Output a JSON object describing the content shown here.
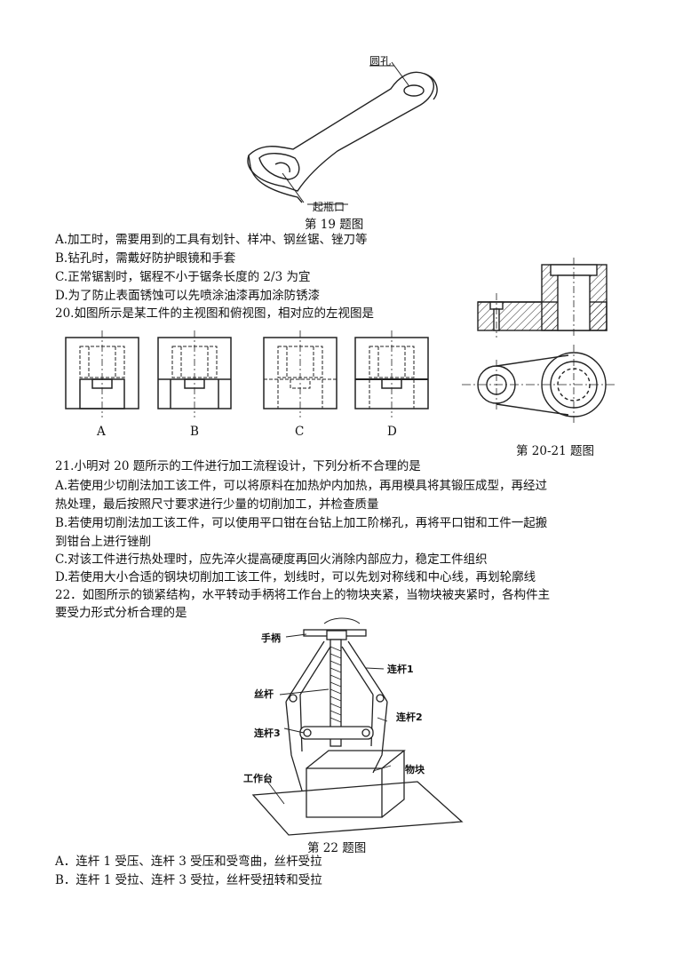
{
  "fig19": {
    "label_hole": "圆孔",
    "label_opener": "起瓶口",
    "caption": "第 19 题图"
  },
  "q19_options": [
    "A.加工时，需要用到的工具有划针、样冲、钢丝锯、锉刀等",
    "B.钻孔时，需戴好防护眼镜和手套",
    "C.正常锯割时，锯程不小于锯条长度的 2/3 为宜",
    "D.为了防止表面锈蚀可以先喷涂油漆再加涂防锈漆"
  ],
  "q20": {
    "stem": "20.如图所示是某工件的主视图和俯视图，相对应的左视图是",
    "choice_labels": [
      "A",
      "B",
      "C",
      "D"
    ],
    "figure_caption": "第 20-21 题图"
  },
  "q21": {
    "stem": "21.小明对 20 题所示的工件进行加工流程设计，下列分析不合理的是",
    "lines": [
      "A.若使用少切削法加工该工件，可以将原料在加热炉内加热，再用模具将其锻压成型，再经过",
      "热处理，最后按照尺寸要求进行少量的切削加工，并检查质量",
      "B.若使用切削法加工该工件，可以使用平口钳在台钻上加工阶梯孔，再将平口钳和工件一起搬",
      "到钳台上进行锉削",
      "C.对该工件进行热处理时，应先淬火提高硬度再回火消除内部应力，稳定工件组织",
      "D.若使用大小合适的钢块切削加工该工件，划线时，可以先划对称线和中心线，再划轮廓线"
    ]
  },
  "q22": {
    "stem_lines": [
      "22．如图所示的锁紧结构，水平转动手柄将工作台上的物块夹紧，当物块被夹紧时，各构件主",
      "要受力形式分析合理的是"
    ],
    "labels": {
      "handle": "手柄",
      "link1": "连杆1",
      "screw": "丝杆",
      "link2": "连杆2",
      "link3": "连杆3",
      "block": "物块",
      "table": "工作台"
    },
    "caption": "第 22 题图",
    "options": [
      "A．连杆 1 受压、连杆 3 受压和受弯曲，丝杆受拉",
      "B．连杆 1 受拉、连杆 3 受拉，丝杆受扭转和受拉"
    ]
  }
}
